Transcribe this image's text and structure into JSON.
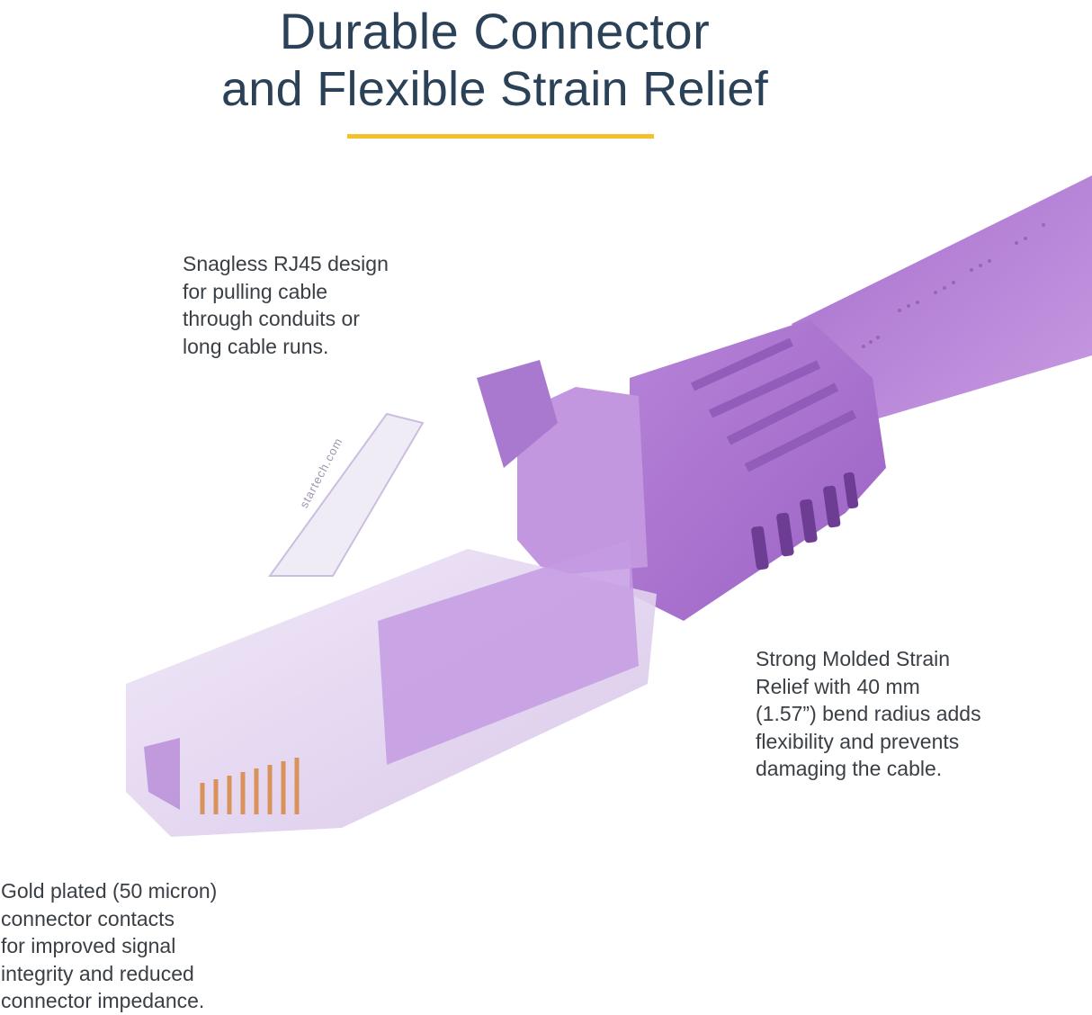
{
  "header": {
    "title_line1": "Durable Connector",
    "title_line2": "and Flexible Strain Relief",
    "accent_color": "#f5c12b",
    "title_color": "#2b4158"
  },
  "callouts": {
    "snagless": {
      "lines": [
        "Snagless RJ45 design",
        "for pulling cable",
        "through conduits or",
        "long cable runs."
      ]
    },
    "strain_relief": {
      "lines": [
        "Strong Molded Strain",
        "Relief with 40 mm",
        "(1.57”) bend radius adds",
        "flexibility and prevents",
        "damaging the cable."
      ]
    },
    "gold_plated": {
      "lines": [
        "Gold plated (50 micron)",
        "connector contacts",
        "for improved signal",
        "integrity and reduced",
        "connector impedance."
      ]
    }
  },
  "product": {
    "description": "purple snagless RJ45 patch cable connector",
    "cable_color": "#b07fd0",
    "brand_text": "startech.com"
  }
}
